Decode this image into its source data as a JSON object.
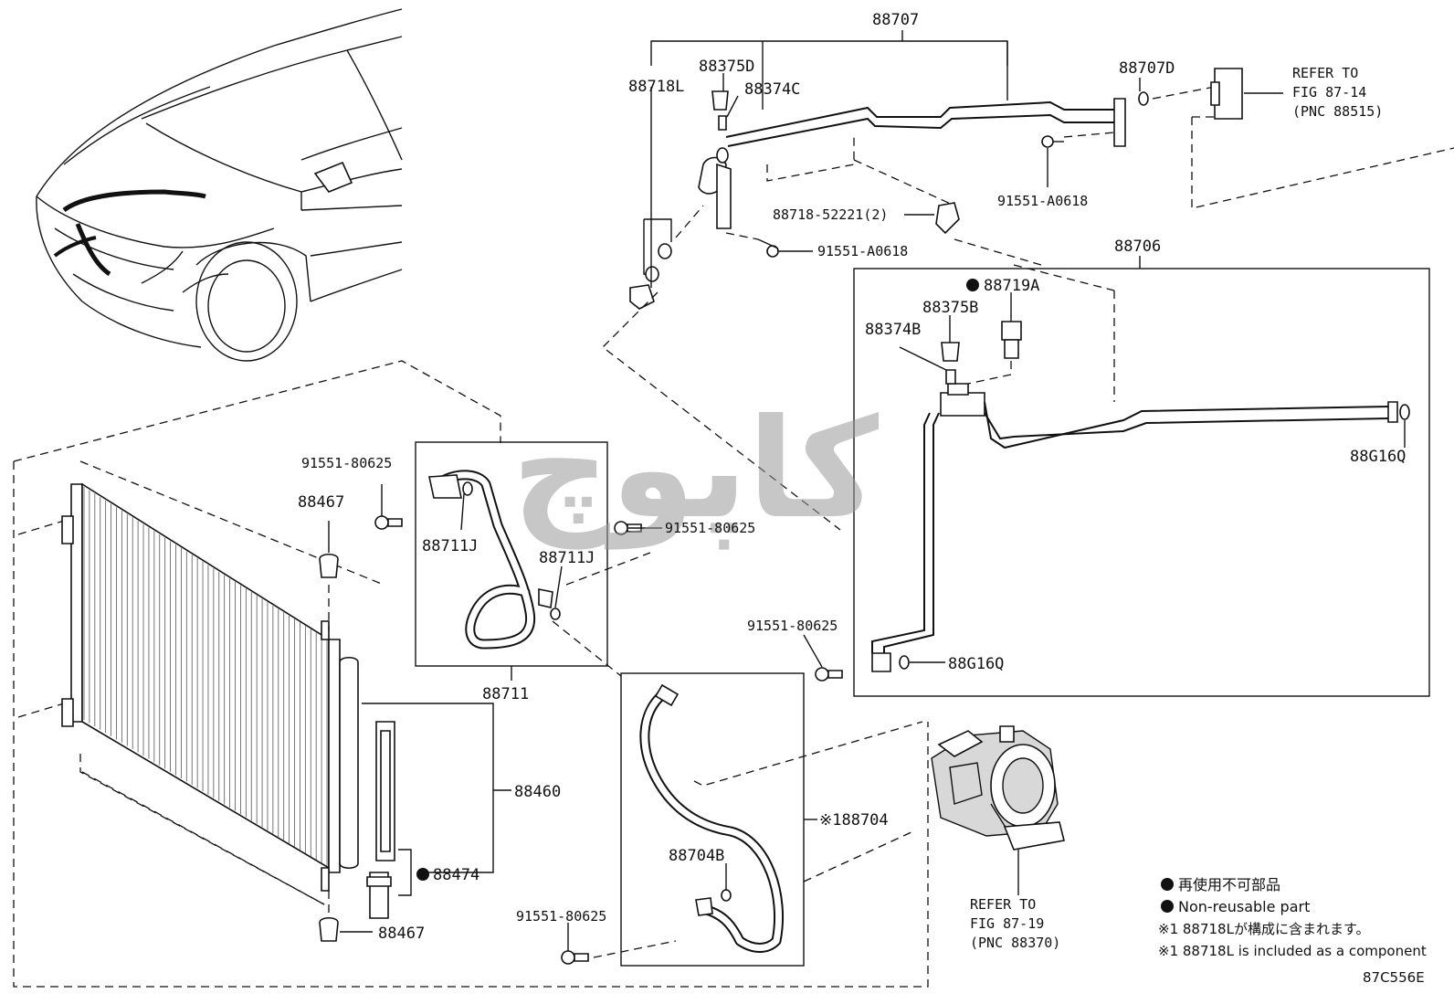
{
  "labels": {
    "p88707": "88707",
    "p88375D": "88375D",
    "p88718L": "88718L",
    "p88374C": "88374C",
    "p88707D": "88707D",
    "refer1_l1": "REFER TO",
    "refer1_l2": "FIG 87-14",
    "refer1_l3": "(PNC 88515)",
    "p91551_A0618_a": "91551-A0618",
    "p88718_52221": "88718-52221(2)",
    "p91551_A0618_b": "91551-A0618",
    "p88706": "88706",
    "p88719A": "88719A",
    "p88375B": "88375B",
    "p88374B": "88374B",
    "p88G16Q_a": "88G16Q",
    "p88G16Q_b": "88G16Q",
    "p91551_80625_a": "91551-80625",
    "p88467_a": "88467",
    "p88711J_a": "88711J",
    "p91551_80625_b": "91551-80625",
    "p88711J_b": "88711J",
    "p88711": "88711",
    "p91551_80625_c": "91551-80625",
    "p88460": "88460",
    "p88704": "※188704",
    "p88474": "88474",
    "p88704B": "88704B",
    "p88467_b": "88467",
    "p91551_80625_d": "91551-80625",
    "refer2_l1": "REFER TO",
    "refer2_l2": "FIG 87-19",
    "refer2_l3": "(PNC 88370)"
  },
  "legend": {
    "jp_nonreusable": "再使用不可部品",
    "en_nonreusable": "Non-reusable part",
    "jp_note": "※1 88718Lが構成に含まれます。",
    "en_note": "※1 88718L is included as a component"
  },
  "figure_code": "87C556E",
  "watermark": "کاپوچ"
}
